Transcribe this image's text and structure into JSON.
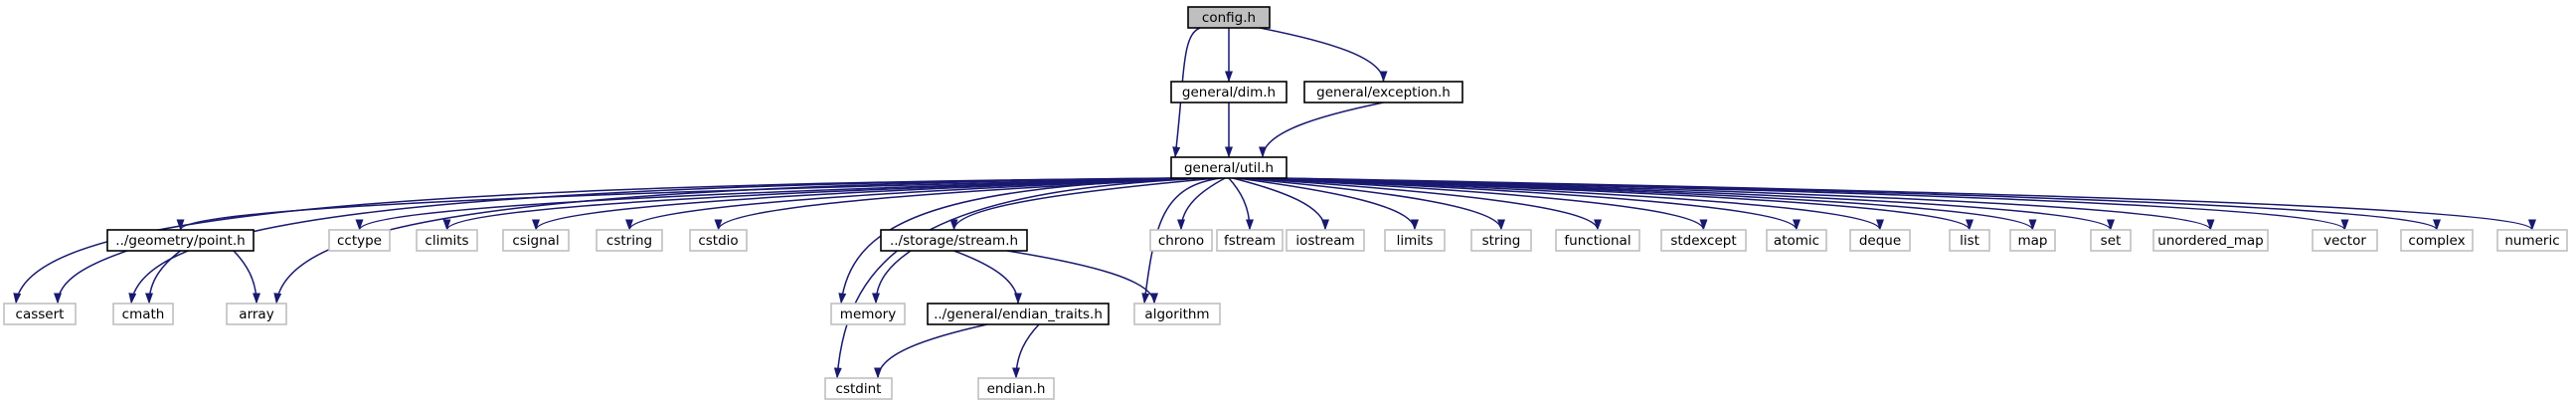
{
  "colors": {
    "edge": "#191970",
    "root_fill": "#bfbfbf",
    "root_border": "#000000",
    "linked_border": "#000000",
    "external_border": "#bfbfbf",
    "text": "#000000",
    "background": "#ffffff"
  },
  "nodes": [
    {
      "id": "config",
      "label": "config.h",
      "kind": "root"
    },
    {
      "id": "dim",
      "label": "general/dim.h",
      "kind": "linked"
    },
    {
      "id": "exception",
      "label": "general/exception.h",
      "kind": "linked"
    },
    {
      "id": "util",
      "label": "general/util.h",
      "kind": "linked"
    },
    {
      "id": "point",
      "label": "../geometry/point.h",
      "kind": "linked"
    },
    {
      "id": "cctype",
      "label": "cctype",
      "kind": "external"
    },
    {
      "id": "climits",
      "label": "climits",
      "kind": "external"
    },
    {
      "id": "csignal",
      "label": "csignal",
      "kind": "external"
    },
    {
      "id": "cstring",
      "label": "cstring",
      "kind": "external"
    },
    {
      "id": "cstdio",
      "label": "cstdio",
      "kind": "external"
    },
    {
      "id": "stream",
      "label": "../storage/stream.h",
      "kind": "linked"
    },
    {
      "id": "chrono",
      "label": "chrono",
      "kind": "external"
    },
    {
      "id": "fstream",
      "label": "fstream",
      "kind": "external"
    },
    {
      "id": "iostream",
      "label": "iostream",
      "kind": "external"
    },
    {
      "id": "limits",
      "label": "limits",
      "kind": "external"
    },
    {
      "id": "string",
      "label": "string",
      "kind": "external"
    },
    {
      "id": "functional",
      "label": "functional",
      "kind": "external"
    },
    {
      "id": "stdexcept",
      "label": "stdexcept",
      "kind": "external"
    },
    {
      "id": "atomic",
      "label": "atomic",
      "kind": "external"
    },
    {
      "id": "deque",
      "label": "deque",
      "kind": "external"
    },
    {
      "id": "list",
      "label": "list",
      "kind": "external"
    },
    {
      "id": "map",
      "label": "map",
      "kind": "external"
    },
    {
      "id": "set",
      "label": "set",
      "kind": "external"
    },
    {
      "id": "unordered_map",
      "label": "unordered_map",
      "kind": "external"
    },
    {
      "id": "vector",
      "label": "vector",
      "kind": "external"
    },
    {
      "id": "complex",
      "label": "complex",
      "kind": "external"
    },
    {
      "id": "numeric",
      "label": "numeric",
      "kind": "external"
    },
    {
      "id": "cassert",
      "label": "cassert",
      "kind": "external"
    },
    {
      "id": "cmath",
      "label": "cmath",
      "kind": "external"
    },
    {
      "id": "array",
      "label": "array",
      "kind": "external"
    },
    {
      "id": "memory",
      "label": "memory",
      "kind": "external"
    },
    {
      "id": "endian_traits",
      "label": "../general/endian_traits.h",
      "kind": "linked"
    },
    {
      "id": "algorithm",
      "label": "algorithm",
      "kind": "external"
    },
    {
      "id": "cstdint",
      "label": "cstdint",
      "kind": "external"
    },
    {
      "id": "endian",
      "label": "endian.h",
      "kind": "external"
    }
  ],
  "edges": [
    [
      "config",
      "dim"
    ],
    [
      "config",
      "exception"
    ],
    [
      "config",
      "util"
    ],
    [
      "dim",
      "util"
    ],
    [
      "exception",
      "util"
    ],
    [
      "util",
      "cassert"
    ],
    [
      "util",
      "cmath"
    ],
    [
      "util",
      "point"
    ],
    [
      "util",
      "array"
    ],
    [
      "util",
      "cctype"
    ],
    [
      "util",
      "climits"
    ],
    [
      "util",
      "csignal"
    ],
    [
      "util",
      "cstring"
    ],
    [
      "util",
      "cstdio"
    ],
    [
      "util",
      "cstdint"
    ],
    [
      "util",
      "memory"
    ],
    [
      "util",
      "stream"
    ],
    [
      "util",
      "algorithm"
    ],
    [
      "util",
      "chrono"
    ],
    [
      "util",
      "fstream"
    ],
    [
      "util",
      "iostream"
    ],
    [
      "util",
      "limits"
    ],
    [
      "util",
      "string"
    ],
    [
      "util",
      "functional"
    ],
    [
      "util",
      "stdexcept"
    ],
    [
      "util",
      "atomic"
    ],
    [
      "util",
      "deque"
    ],
    [
      "util",
      "list"
    ],
    [
      "util",
      "map"
    ],
    [
      "util",
      "set"
    ],
    [
      "util",
      "unordered_map"
    ],
    [
      "util",
      "vector"
    ],
    [
      "util",
      "complex"
    ],
    [
      "util",
      "numeric"
    ],
    [
      "point",
      "cassert"
    ],
    [
      "point",
      "cmath"
    ],
    [
      "point",
      "array"
    ],
    [
      "stream",
      "memory"
    ],
    [
      "stream",
      "endian_traits"
    ],
    [
      "stream",
      "algorithm"
    ],
    [
      "endian_traits",
      "cstdint"
    ],
    [
      "endian_traits",
      "endian"
    ]
  ]
}
